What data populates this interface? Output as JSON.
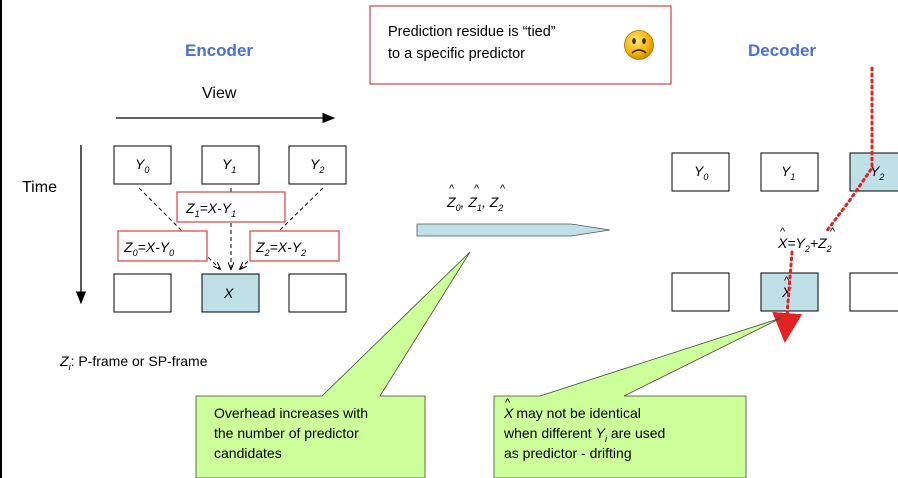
{
  "note": {
    "text_line1": "Prediction residue is “tied”",
    "text_line2": "to a specific predictor",
    "icon": "sad-face-icon"
  },
  "encoder": {
    "title": "Encoder",
    "view_label": "View",
    "time_label": "Time",
    "refs": [
      "Y0",
      "Y1",
      "Y2"
    ],
    "target": "X",
    "residuals": [
      "Z0=X-Y0",
      "Z1=X-Y1",
      "Z2=X-Y2"
    ],
    "legend": "Zi: P-frame or SP-frame"
  },
  "channel": {
    "label": "Ẑ0, Ẑ1, Ẑ2"
  },
  "decoder": {
    "title": "Decoder",
    "refs": [
      "Y0",
      "Y1",
      "Y2"
    ],
    "equation": "X̂=Y2+Ẑ2",
    "target": "X̂"
  },
  "callouts": {
    "overhead": [
      "Overhead increases with",
      "the number of predictor",
      "candidates"
    ],
    "drift": [
      "X̂ may not be identical",
      "when different Yi are used",
      "as predictor - drifting"
    ]
  },
  "colors": {
    "accent_blue": "#4a6fd8",
    "box_fill": "#bfe0e6",
    "callout_fill": "#ccff99",
    "red": "#e32222",
    "note_border": "#d94040"
  }
}
